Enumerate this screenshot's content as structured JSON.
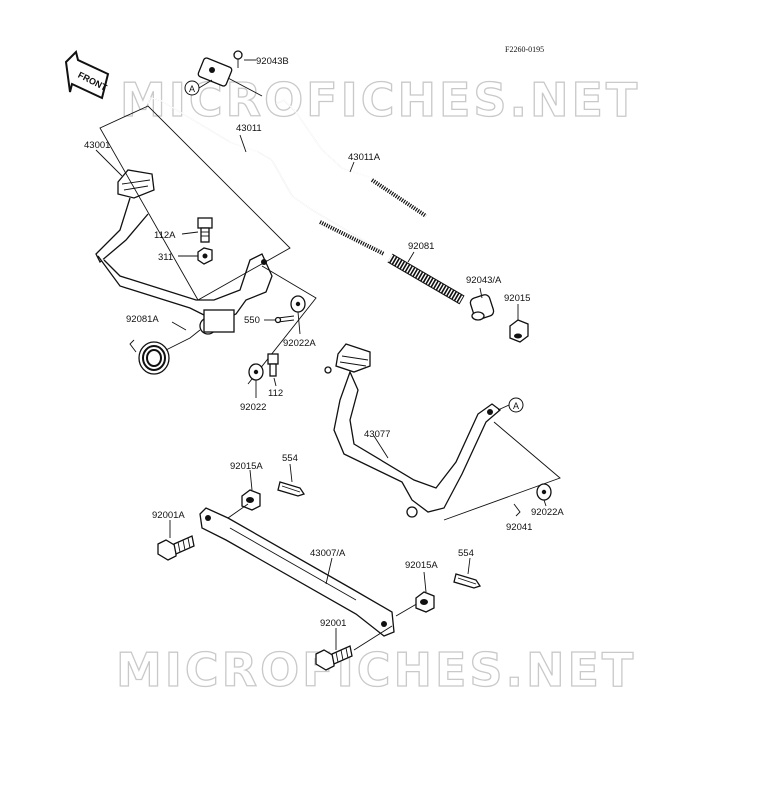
{
  "figure_code": "F2260-0195",
  "front_label": "FRONT",
  "watermark": "MICROFICHES.NET",
  "ref_marker": "A",
  "parts": {
    "p92043B": "92043B",
    "p43011": "43011",
    "p43011A": "43011A",
    "p43001": "43001",
    "p112A": "112A",
    "p311": "311",
    "p92081": "92081",
    "p92043A": "92043/A",
    "p92015": "92015",
    "p92081A": "92081A",
    "p550": "550",
    "p92022A_1": "92022A",
    "p112": "112",
    "p92022": "92022",
    "p43077": "43077",
    "p92015A_1": "92015A",
    "p554_1": "554",
    "p92001A": "92001A",
    "p92041": "92041",
    "p92022A_2": "92022A",
    "p43007A": "43007/A",
    "p92015A_2": "92015A",
    "p554_2": "554",
    "p92001": "92001"
  }
}
